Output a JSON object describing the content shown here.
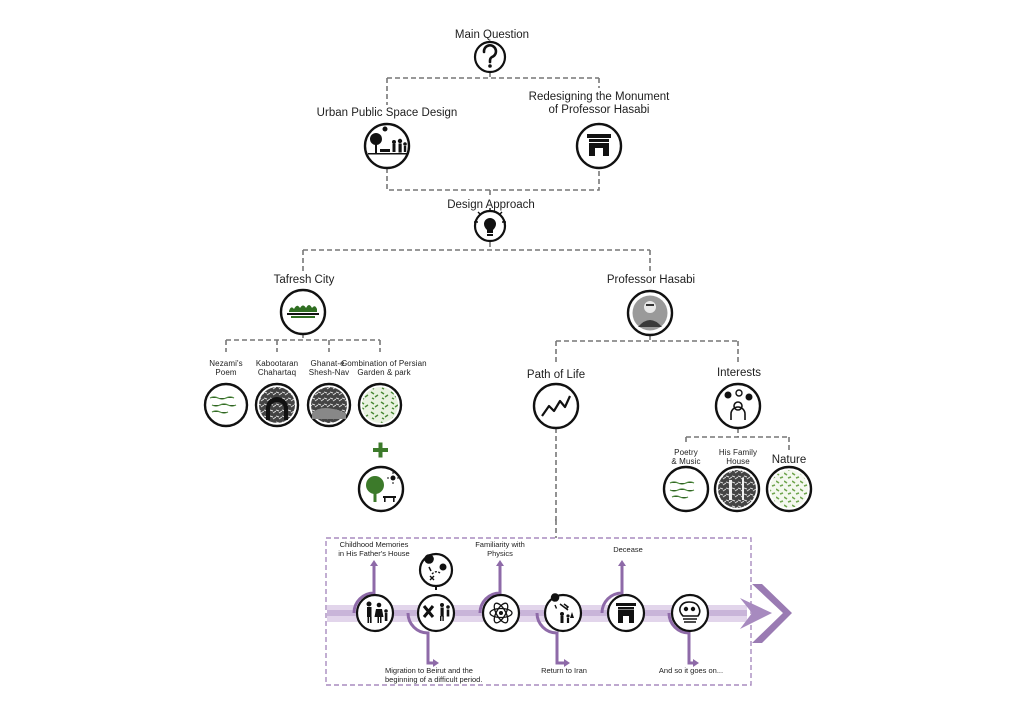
{
  "tree": {
    "main_question": "Main Question",
    "urban": "Urban Public Space Design",
    "redesign_line1": "Redesigning the Monument",
    "redesign_line2": "of Professor Hasabi",
    "design_approach": "Design Approach",
    "tafresh": "Tafresh City",
    "professor": "Professor Hasabi",
    "nezami_line1": "Nezami's",
    "nezami_line2": "Poem",
    "kabootaran_line1": "Kabootaran",
    "kabootaran_line2": "Chahartaq",
    "ghanat_line1": "Ghanat-e-",
    "ghanat_line2": "Shesh-Nav",
    "combo_line1": "Combination of Persian",
    "combo_line2": "Garden & park",
    "path_of_life": "Path of Life",
    "interests": "Interests",
    "poetry_line1": "Poetry",
    "poetry_line2": "& Music",
    "family_line1": "His Family",
    "family_line2": "House",
    "nature": "Nature"
  },
  "timeline": {
    "childhood_line1": "Childhood  Memories",
    "childhood_line2": "in His Father's House",
    "physics_line1": "Familiarity with",
    "physics_line2": "Physics",
    "decease": "Decease",
    "migration_line1": "Migration  to  Beirut  and  the",
    "migration_line2": "beginning of a difficult period.",
    "return": "Return to Iran",
    "goes_on": "And so it goes on..."
  },
  "icons": {
    "main_question": "question-mark-icon",
    "urban": "park-people-icon",
    "monument": "monument-gate-icon",
    "design_approach": "lightbulb-icon",
    "tafresh": "city-landscape-icon",
    "professor": "portrait-photo",
    "path": "line-chart-icon",
    "interests": "person-thinking-icon",
    "combo_result": "tree-bench-sun-icon",
    "plus": "plus-icon"
  },
  "colors": {
    "purple": "#8e6aa8",
    "purple_light": "#c9b5d9",
    "green": "#3c7a2a",
    "dash": "#777777"
  }
}
